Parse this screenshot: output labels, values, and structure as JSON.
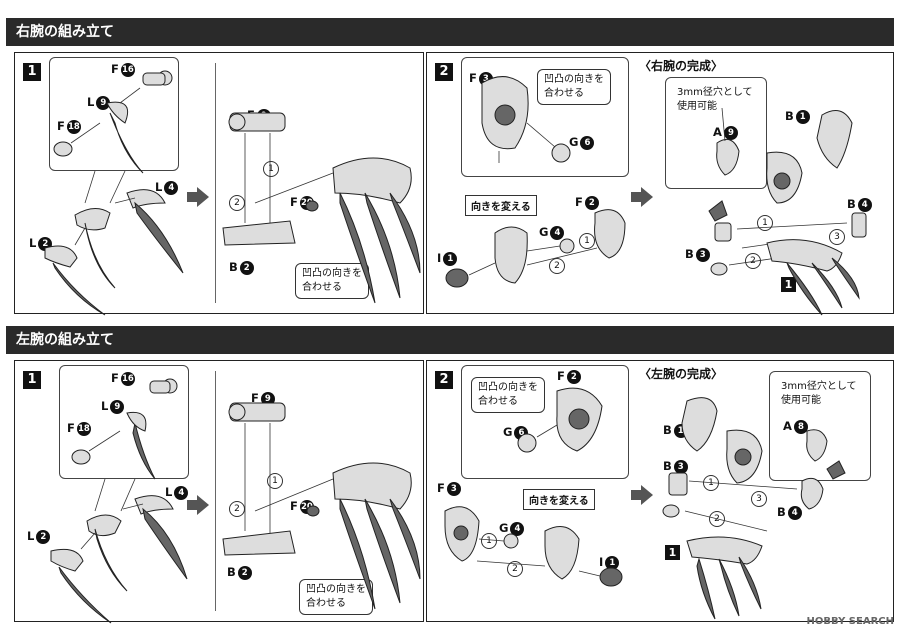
{
  "sections": [
    {
      "title": "右腕の組み立て",
      "step1_badge": "1",
      "step2_badge": "2",
      "complete_title": "〈右腕の完成〉",
      "labels": {
        "f16": "F",
        "f16n": "16",
        "l9": "L",
        "l9n": "9",
        "f18": "F",
        "f18n": "18",
        "l4": "L",
        "l4n": "4",
        "l2": "L",
        "l2n": "2",
        "f9": "F",
        "f9n": "9",
        "f20": "F",
        "f20n": "20",
        "b2": "B",
        "b2n": "2",
        "f3": "F",
        "f3n": "3",
        "g6": "G",
        "g6n": "6",
        "f2": "F",
        "f2n": "2",
        "g4": "G",
        "g4n": "4",
        "i1": "I",
        "i1n": "1",
        "a9": "A",
        "a9n": "9",
        "b1": "B",
        "b1n": "1",
        "b4": "B",
        "b4n": "4",
        "b3": "B",
        "b3n": "3"
      },
      "callout_align": "凹凸の向きを\n合わせる",
      "callout_turn": "向きを変える",
      "callout_hole": "3mm径穴として\n使用可能",
      "step_marks": [
        "1",
        "2",
        "3"
      ],
      "result_step": "1"
    },
    {
      "title": "左腕の組み立て",
      "step1_badge": "1",
      "step2_badge": "2",
      "complete_title": "〈左腕の完成〉",
      "labels": {
        "f16": "F",
        "f16n": "16",
        "l9": "L",
        "l9n": "9",
        "f18": "F",
        "f18n": "18",
        "l4": "L",
        "l4n": "4",
        "l2": "L",
        "l2n": "2",
        "f9": "F",
        "f9n": "9",
        "f20": "F",
        "f20n": "20",
        "b2": "B",
        "b2n": "2",
        "f3": "F",
        "f3n": "3",
        "g6": "G",
        "g6n": "6",
        "f2": "F",
        "f2n": "2",
        "g4": "G",
        "g4n": "4",
        "i1": "I",
        "i1n": "1",
        "a8": "A",
        "a8n": "8",
        "b1": "B",
        "b1n": "1",
        "b4": "B",
        "b4n": "4",
        "b3": "B",
        "b3n": "3"
      },
      "callout_align": "凹凸の向きを\n合わせる",
      "callout_turn": "向きを変える",
      "callout_hole": "3mm径穴として\n使用可能",
      "step_marks": [
        "1",
        "2",
        "3"
      ],
      "result_step": "1"
    }
  ],
  "watermark": "HOBBY SEARCH"
}
